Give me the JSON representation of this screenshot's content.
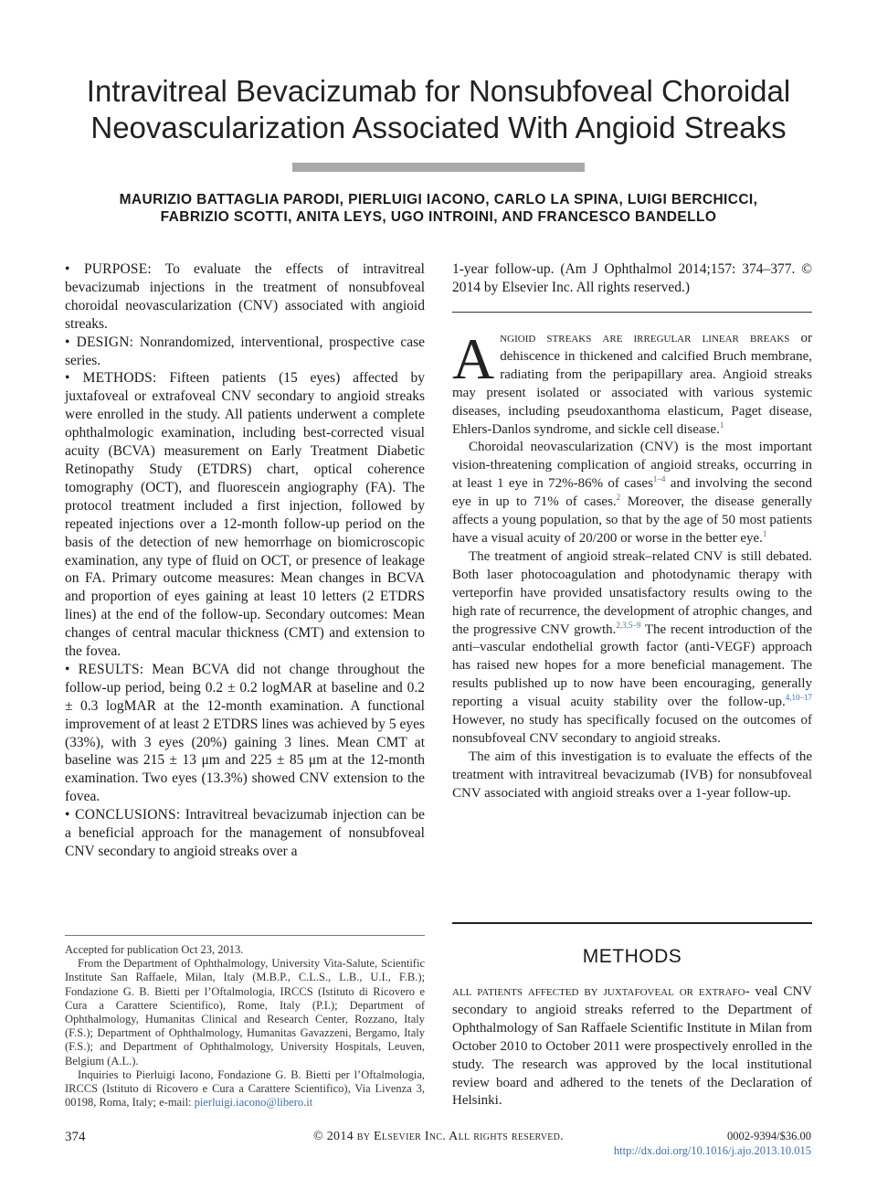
{
  "title": "Intravitreal Bevacizumab for Nonsubfoveal Choroidal Neovascularization Associated With Angioid Streaks",
  "authors": [
    "MAURIZIO BATTAGLIA PARODI, PIERLUIGI IACONO, CARLO LA SPINA, LUIGI BERCHICCI,",
    "FABRIZIO SCOTTI, ANITA LEYS, UGO INTROINI, AND FRANCESCO BANDELLO"
  ],
  "abstract": {
    "purpose_label": "• PURPOSE:",
    "purpose": "To evaluate the effects of intravitreal bevacizumab injections in the treatment of nonsubfoveal choroidal neovascularization (CNV) associated with angioid streaks.",
    "design_label": "• DESIGN:",
    "design": "Nonrandomized, interventional, prospective case series.",
    "methods_label": "• METHODS:",
    "methods": "Fifteen patients (15 eyes) affected by juxtafoveal or extrafoveal CNV secondary to angioid streaks were enrolled in the study. All patients underwent a complete ophthalmologic examination, including best-corrected visual acuity (BCVA) measurement on Early Treatment Diabetic Retinopathy Study (ETDRS) chart, optical coherence tomography (OCT), and fluorescein angiography (FA). The protocol treatment included a first injection, followed by repeated injections over a 12-month follow-up period on the basis of the detection of new hemorrhage on biomicroscopic examination, any type of fluid on OCT, or presence of leakage on FA. Primary outcome measures: Mean changes in BCVA and proportion of eyes gaining at least 10 letters (2 ETDRS lines) at the end of the follow-up. Secondary outcomes: Mean changes of central macular thickness (CMT) and extension to the fovea.",
    "results_label": "• RESULTS:",
    "results": "Mean BCVA did not change throughout the follow-up period, being 0.2 ± 0.2 logMAR at baseline and 0.2 ± 0.3 logMAR at the 12-month examination. A functional improvement of at least 2 ETDRS lines was achieved by 5 eyes (33%), with 3 eyes (20%) gaining 3 lines. Mean CMT at baseline was 215 ± 13 μm and 225 ± 85 μm at the 12-month examination. Two eyes (13.3%) showed CNV extension to the fovea.",
    "conclusions_label": "• CONCLUSIONS:",
    "conclusions": "Intravitreal bevacizumab injection can be a beneficial approach for the management of nonsubfoveal CNV secondary to angioid streaks over a",
    "conclusions_cont": "1-year follow-up. (Am J Ophthalmol 2014;157: 374–377. © 2014 by Elsevier Inc. All rights reserved.)"
  },
  "intro": {
    "dropcap": "A",
    "p1_smallcaps": "ngioid streaks are irregular linear breaks",
    "p1_a": "or dehiscence in thickened and calcified Bruch membrane, radiating from the peripapillary area. Angioid streaks may present isolated or associated with various systemic diseases, including pseudoxanthoma elasticum, Paget disease, Ehlers-Danlos syndrome, and sickle cell disease.",
    "p1_ref1": "1",
    "p2_a": "Choroidal neovascularization (CNV) is the most important vision-threatening complication of angioid streaks, occurring in at least 1 eye in 72%-86% of cases",
    "p2_ref1": "1–4",
    "p2_b": "and involving the second eye in up to 71% of cases.",
    "p2_ref2": "2",
    "p2_c": "Moreover, the disease generally affects a young population, so that by the age of 50 most patients have a visual acuity of 20/200 or worse in the better eye.",
    "p2_ref3": "1",
    "p3_a": "The treatment of angioid streak–related CNV is still debated. Both laser photocoagulation and photodynamic therapy with verteporfin have provided unsatisfactory results owing to the high rate of recurrence, the development of atrophic changes, and the progressive CNV growth.",
    "p3_ref1": "2,3,5–9",
    "p3_b": "The recent introduction of the anti–vascular endothelial growth factor (anti-VEGF) approach has raised new hopes for a more beneficial management. The results published up to now have been encouraging, generally reporting a visual acuity stability over the follow-up.",
    "p3_ref2": "4,10–17",
    "p3_c": "However, no study has specifically focused on the outcomes of nonsubfoveal CNV secondary to angioid streaks.",
    "p4": "The aim of this investigation is to evaluate the effects of the treatment with intravitreal bevacizumab (IVB) for nonsubfoveal CNV associated with angioid streaks over a 1-year follow-up."
  },
  "methods": {
    "heading": "METHODS",
    "smallcaps": "all patients affected by juxtafoveal or extrafo-",
    "text": "veal CNV secondary to angioid streaks referred to the Department of Ophthalmology of San Raffaele Scientific Institute in Milan from October 2010 to October 2011 were prospectively enrolled in the study. The research was approved by the local institutional review board and adhered to the tenets of the Declaration of Helsinki."
  },
  "footnote": {
    "accepted": "Accepted for publication Oct 23, 2013.",
    "from": "From the Department of Ophthalmology, University Vita-Salute, Scientific Institute San Raffaele, Milan, Italy (M.B.P., C.L.S., L.B., U.I., F.B.); Fondazione G. B. Bietti per l’Oftalmologia, IRCCS (Istituto di Ricovero e Cura a Carattere Scientifico), Rome, Italy (P.I.); Department of Ophthalmology, Humanitas Clinical and Research Center, Rozzano, Italy (F.S.); Department of Ophthalmology, Humanitas Gavazzeni, Bergamo, Italy (F.S.); and Department of Ophthalmology, University Hospitals, Leuven, Belgium (A.L.).",
    "inquiries": "Inquiries to Pierluigi Iacono, Fondazione G. B. Bietti per l’Oftalmologia, IRCCS (Istituto di Ricovero e Cura a Carattere Scientifico), Via Livenza 3, 00198, Roma, Italy; e-mail:",
    "email": "pierluigi.iacono@libero.it"
  },
  "footer": {
    "page": "374",
    "copyright": "© 2014 by Elsevier Inc. All rights reserved.",
    "issn": "0002-9394/$36.00",
    "doi": "http://dx.doi.org/10.1016/j.ajo.2013.10.015"
  }
}
